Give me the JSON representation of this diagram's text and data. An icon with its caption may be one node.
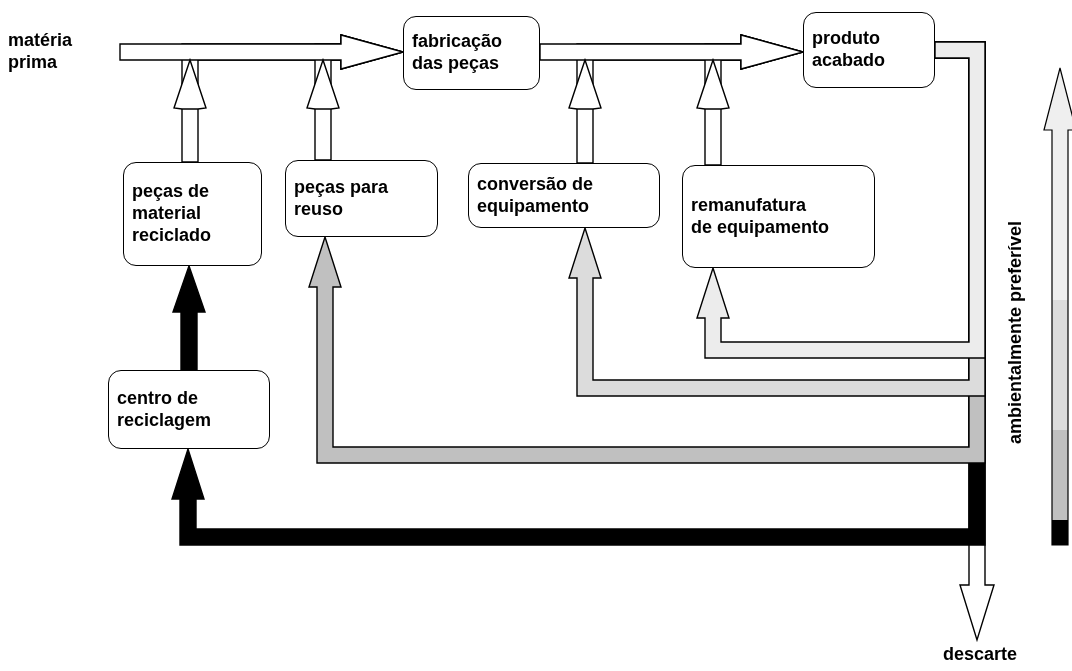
{
  "diagram": {
    "nodes": [
      {
        "text": [
          "matéria prima"
        ]
      },
      {
        "text": [
          "fabricação das peças"
        ]
      },
      {
        "text": [
          "produto acabado"
        ]
      },
      {
        "text": [
          "peças de material reciclado"
        ]
      },
      {
        "text": [
          "peças para reuso"
        ]
      },
      {
        "text": [
          "conversão de equipamento"
        ]
      },
      {
        "text": [
          "remanufatura de equipamento"
        ]
      },
      {
        "text": [
          "centro de reciclagem"
        ]
      },
      {
        "text": [
          "descarte"
        ]
      }
    ],
    "edges": [
      {
        "from": 0,
        "to": 1,
        "arrow": "to"
      },
      {
        "from": 1,
        "to": 2,
        "arrow": "to"
      },
      {
        "from": 3,
        "to": 1,
        "arrow": "to"
      },
      {
        "from": 4,
        "to": 1,
        "arrow": "to"
      },
      {
        "from": 5,
        "to": 2,
        "arrow": "to"
      },
      {
        "from": 6,
        "to": 2,
        "arrow": "to"
      },
      {
        "from": 7,
        "to": 3,
        "arrow": "to",
        "color": "#000000"
      },
      {
        "from": 2,
        "to": 6,
        "arrow": "to",
        "color": "#ececec"
      },
      {
        "from": 2,
        "to": 5,
        "arrow": "to",
        "color": "#dcdcdc"
      },
      {
        "from": 2,
        "to": 4,
        "arrow": "to",
        "color": "#c0c0c0"
      },
      {
        "from": 2,
        "to": 7,
        "arrow": "to",
        "color": "#000000"
      },
      {
        "from": 2,
        "to": 8,
        "arrow": "to"
      }
    ],
    "labels": [
      "ambientalmente preferível"
    ]
  }
}
